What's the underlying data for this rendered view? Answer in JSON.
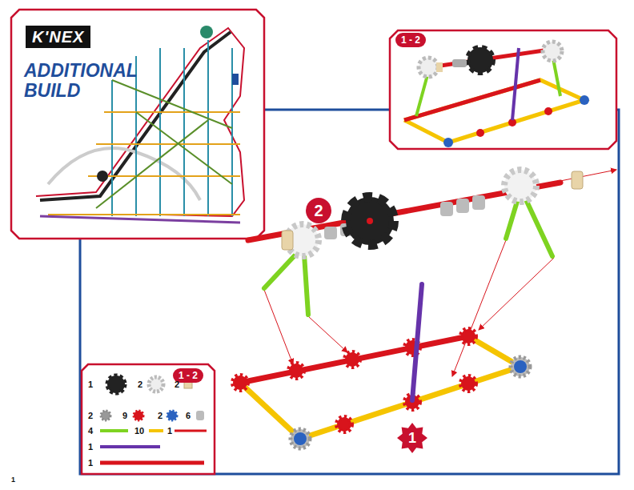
{
  "diagram": {
    "title": "ADDITIONAL BUILD",
    "nodes": [
      {
        "text": [
          "1 - 2"
        ]
      },
      {
        "text": [
          "2"
        ]
      },
      {
        "text": [
          "1 - 2"
        ]
      },
      {
        "text": [
          "1"
        ]
      }
    ],
    "labels": [
      "K'NEX",
      "1",
      "2",
      "2",
      "2",
      "9",
      "2",
      "6",
      "4",
      "10",
      "1",
      "1",
      "1",
      "1"
    ]
  }
}
